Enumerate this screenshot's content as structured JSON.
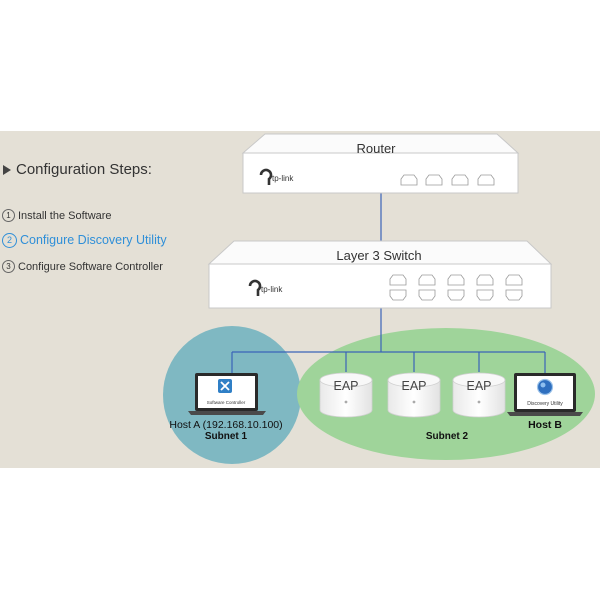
{
  "steps": {
    "title": "Configuration Steps:",
    "items": [
      {
        "num": "1",
        "label": "Install the Software"
      },
      {
        "num": "2",
        "label": "Configure Discovery Utility"
      },
      {
        "num": "3",
        "label": "Configure Software Controller"
      }
    ]
  },
  "router": {
    "label": "Router",
    "brand": "tp-link"
  },
  "switch": {
    "label": "Layer 3 Switch",
    "brand": "tp-link"
  },
  "host_a": {
    "label": "Host A (192.168.10.100)",
    "screen_text": "Software Controller"
  },
  "host_b": {
    "label": "Host B",
    "screen_text": "Discovery Utility"
  },
  "subnet1": {
    "label": "Subnet 1"
  },
  "subnet2": {
    "label": "Subnet 2"
  },
  "eaps": [
    {
      "label": "EAP"
    },
    {
      "label": "EAP"
    },
    {
      "label": "EAP"
    }
  ],
  "colors": {
    "background_panel": "#e4e0d6",
    "subnet1_fill": "#7fb8c2",
    "subnet2_fill": "#9fd49a",
    "link_line": "#3a63b8",
    "active_step": "#2f8fd8"
  }
}
